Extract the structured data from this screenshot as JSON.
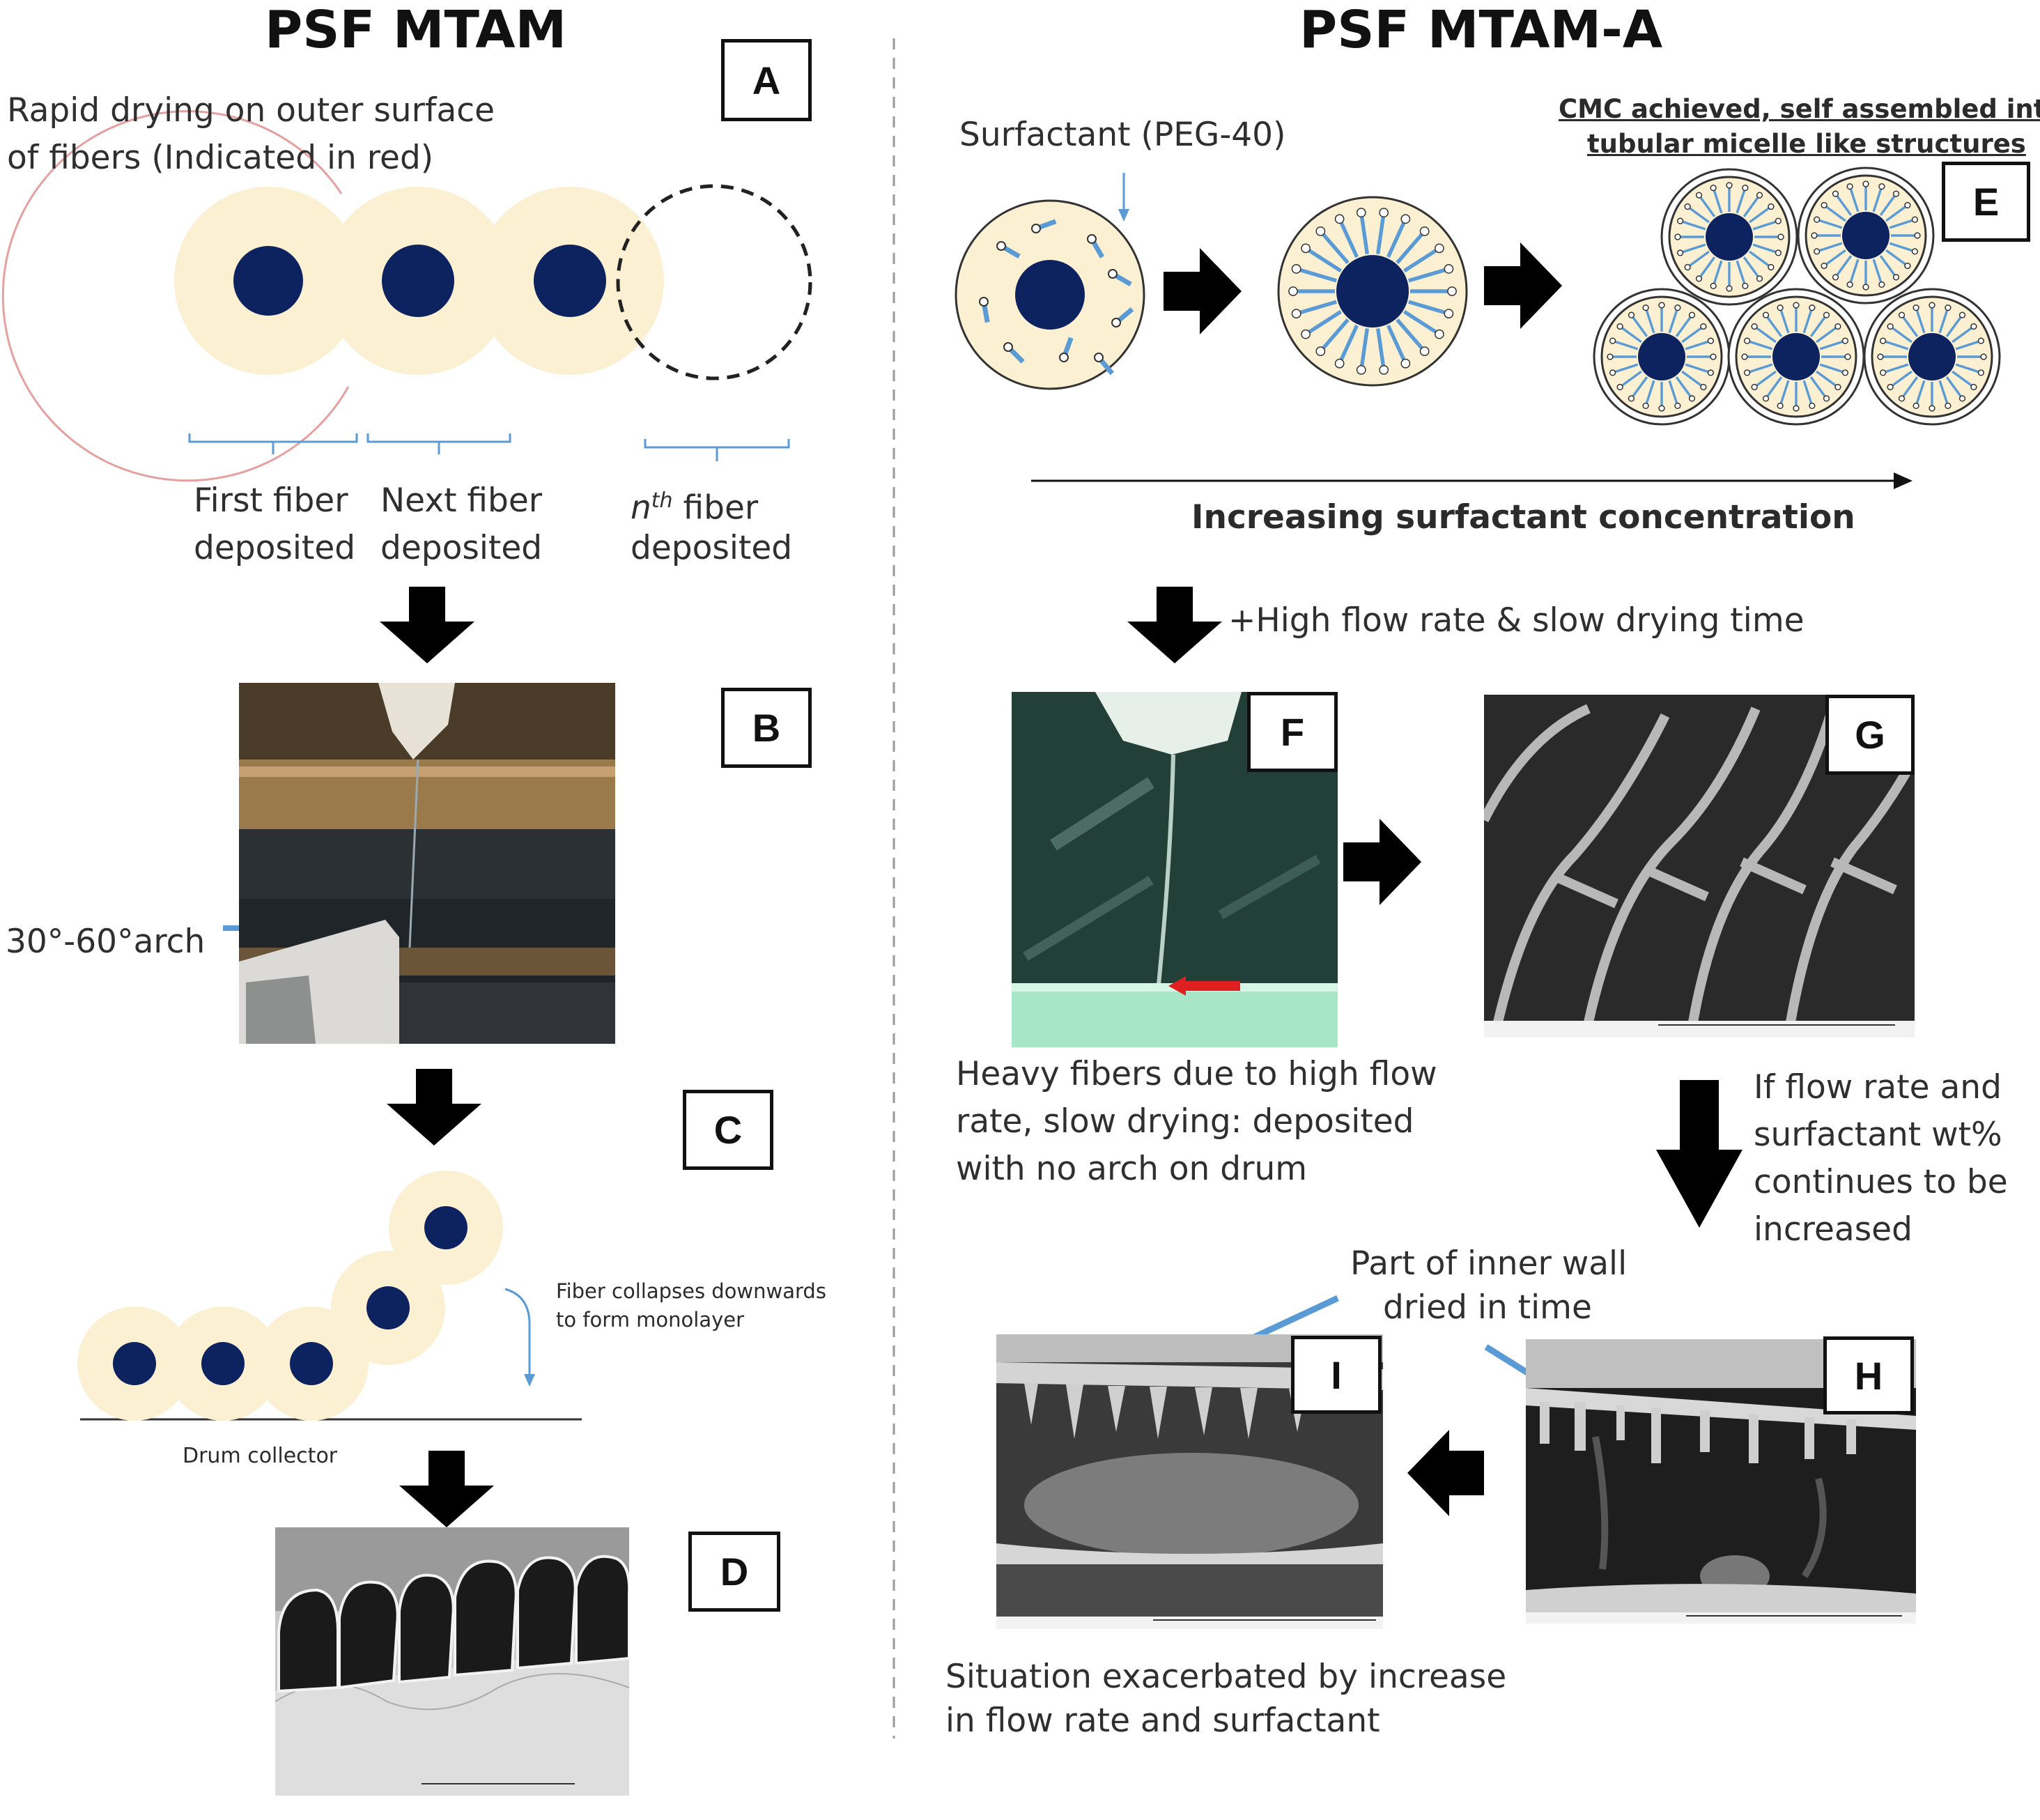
{
  "colors": {
    "fiber_fill": "#fbf0d2",
    "fiber_core": "#0d2360",
    "surfactant": "#5b9bd5",
    "arrow": "#000000",
    "highlight_red": "#e02020",
    "red_outline": "#e7a0a0"
  },
  "left": {
    "title": "PSF MTAM",
    "panel_a_label": "A",
    "panel_b_label": "B",
    "panel_c_label": "C",
    "panel_d_label": "D",
    "rapid_line1": "Rapid drying on outer surface",
    "rapid_line2": "of fibers (Indicated in red)",
    "first_fiber_l1": "First fiber",
    "first_fiber_l2": "deposited",
    "next_fiber_l1": "Next fiber",
    "next_fiber_l2": "deposited",
    "nth_n": "n",
    "nth_sup": "th",
    "nth_rest": " fiber",
    "nth_l2": "deposited",
    "arch_label": "30°-60°arch",
    "collapse_l1": "Fiber collapses downwards",
    "collapse_l2": "to form monolayer",
    "drum_label": "Drum collector"
  },
  "right": {
    "title": "PSF MTAM-A",
    "panel_e_label": "E",
    "panel_f_label": "F",
    "panel_g_label": "G",
    "panel_h_label": "H",
    "panel_i_label": "I",
    "surfactant_label": "Surfactant (PEG-40)",
    "cmc_l1": "CMC achieved, self assembled into",
    "cmc_l2": "tubular micelle like structures",
    "increasing_label": "Increasing surfactant concentration",
    "flow_label": "+High flow rate & slow drying time",
    "heavy_l1": "Heavy fibers due to high flow",
    "heavy_l2": "rate, slow drying: deposited",
    "heavy_l3": "with no arch on drum",
    "if_l1": "If flow rate and",
    "if_l2": "surfactant wt%",
    "if_l3": "continues to be",
    "if_l4": "increased",
    "inner_l1": "Part of inner wall",
    "inner_l2": "dried in time",
    "situation_l1": "Situation  exacerbated  by increase",
    "situation_l2": "in flow rate and surfactant"
  }
}
